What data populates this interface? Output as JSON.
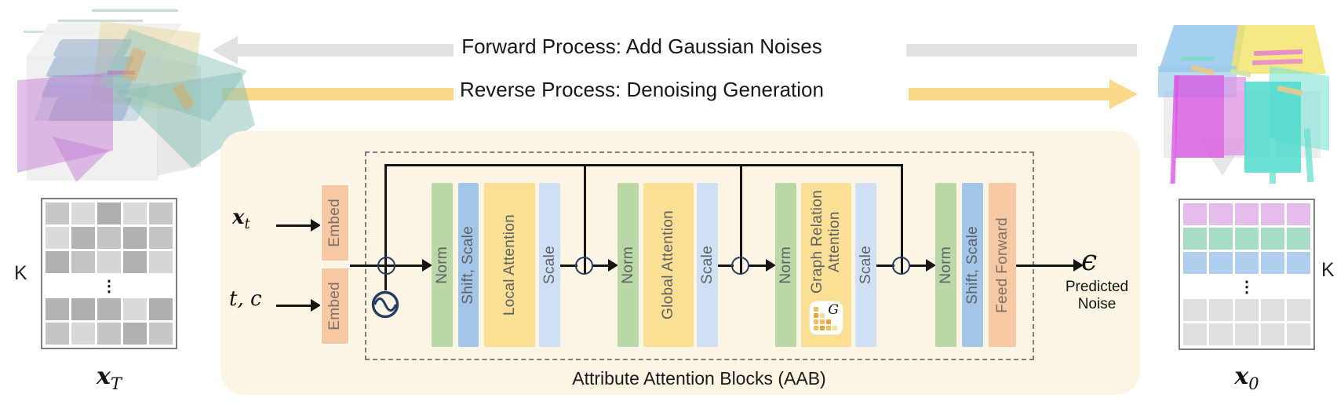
{
  "header": {
    "forward_label": "Forward Process: Add Gaussian Noises",
    "reverse_label": "Reverse Process: Denoising Generation"
  },
  "colors": {
    "forward_arrow": "#e1e1e1",
    "reverse_arrow": "#fbd98a",
    "panel_bg": "#fcf5e3",
    "norm": "#b9d8a6",
    "shift_scale": "#a3c6e8",
    "scale": "#cfe0f4",
    "attention": "#fbdf94",
    "embed": "#f6c8a4",
    "feed_forward": "#f6c8a4",
    "line_navy": "#243b63"
  },
  "inputs": {
    "x_t_base": "x",
    "x_t_sub": "t",
    "t_c": "t, c",
    "embed_label": "Embed"
  },
  "aab": {
    "title": "Attribute Attention Blocks (AAB)",
    "blocks": {
      "norm": "Norm",
      "shift_scale": "Shift, Scale",
      "scale": "Scale",
      "local": "Local Attention",
      "global": "Global Attention",
      "graph": "Graph Relation Attention",
      "feed_forward": "Feed Forward"
    },
    "graph_icon": {
      "label": "G",
      "pattern": [
        [
          "m"
        ],
        [
          "d",
          "l"
        ],
        [
          "m",
          "m",
          "d"
        ],
        [
          "m",
          "d",
          "m",
          "l"
        ]
      ],
      "palette": {
        "d": "#e8a33c",
        "m": "#f2bf56",
        "l": "#f8dc9a"
      }
    }
  },
  "output": {
    "epsilon": "ϵ",
    "caption": "Predicted Noise"
  },
  "matrices": {
    "noisy": {
      "k_label": "K",
      "caption_base": "x",
      "caption_sub": "T",
      "dots": "⋮",
      "rows": [
        [
          "#c7c7c7",
          "#dadada",
          "#aeaeae",
          "#dadada",
          "#c7c7c7"
        ],
        [
          "#dadada",
          "#b4b4b4",
          "#c4c4c4",
          "#b1b1b1",
          "#c4c4c4"
        ],
        [
          "#b1b1b1",
          "#c4c4c4",
          "#d6d6d6",
          "#b1b1b1",
          "#d6d6d6"
        ],
        "dots",
        [
          "#b4b4b4",
          "#aeaeae",
          "#b4b4b4",
          "#dadada",
          "#aeaeae"
        ],
        [
          "#c4c4c4",
          "#d8d8d8",
          "#c4c4c4",
          "#b1b1b1",
          "#c7c7c7"
        ]
      ]
    },
    "clean": {
      "k_label": "K",
      "caption_base": "x",
      "caption_sub": "0",
      "dots": "⋮",
      "rows": [
        [
          "#e6bcec",
          "#e6bcec",
          "#e6bcec",
          "#e6bcec",
          "#e6bcec"
        ],
        [
          "#a9dcc7",
          "#a9dcc7",
          "#a9dcc7",
          "#a9dcc7",
          "#a9dcc7"
        ],
        [
          "#aecfed",
          "#aecfed",
          "#aecfed",
          "#aecfed",
          "#aecfed"
        ],
        "dots",
        [
          "#dfdfdf",
          "#dfdfdf",
          "#dfdfdf",
          "#dfdfdf",
          "#dfdfdf"
        ],
        [
          "#dfdfdf",
          "#dfdfdf",
          "#dfdfdf",
          "#dfdfdf",
          "#dfdfdf"
        ]
      ]
    }
  }
}
